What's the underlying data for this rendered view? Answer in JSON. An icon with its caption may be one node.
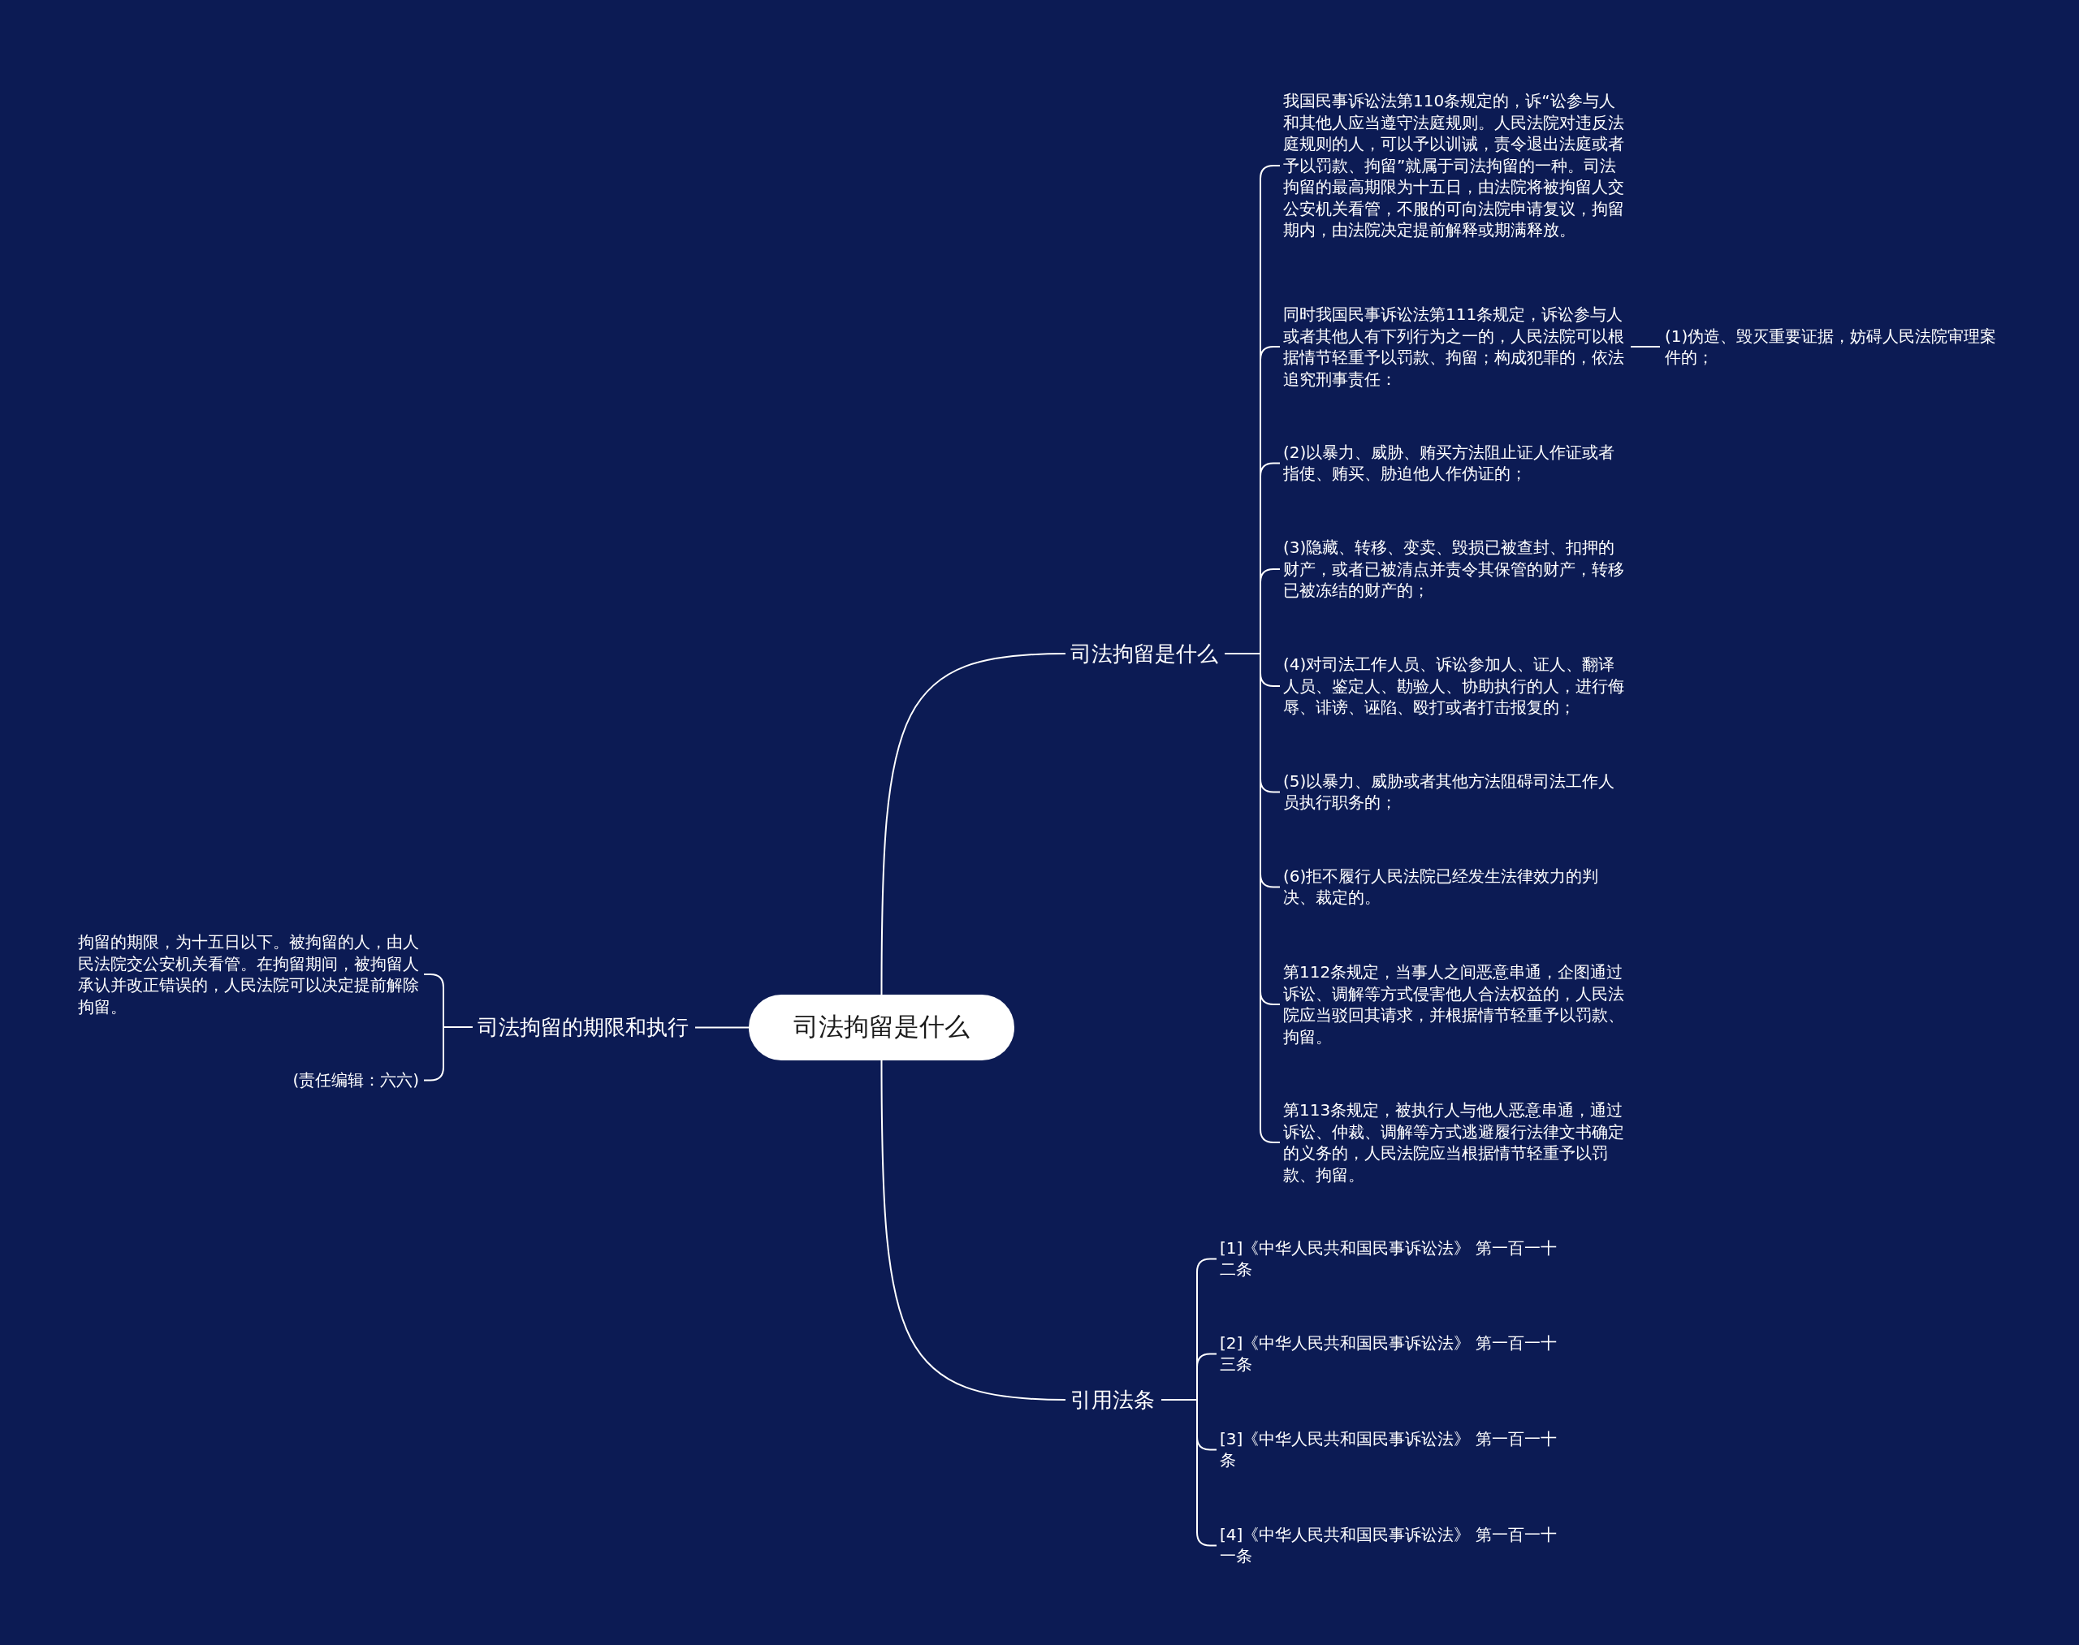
{
  "diagram": {
    "nodes": [
      {
        "text": [
          "司法拘留是什么"
        ]
      },
      {
        "text": [
          "司法拘留是什么"
        ]
      },
      {
        "text": [
          "我国民事诉讼法第110条规定的，诉“讼参与人和其他人应当遵守法庭规则。人民法院对违反法庭规则的人，可以予以训诫，责令退出法庭或者予以罚款、拘留”就属于司法拘留的一种。司法拘留的最高期限为十五日，由法院将被拘留人交公安机关看管，不服的可向法院申请复议，拘留期内，由法院决定提前解释或期满释放。"
        ]
      },
      {
        "text": [
          "同时我国民事诉讼法第111条规定，诉讼参与人或者其他人有下列行为之一的，人民法院可以根据情节轻重予以罚款、拘留；构成犯罪的，依法追究刑事责任："
        ]
      },
      {
        "text": [
          "(1)伪造、毁灭重要证据，妨碍人民法院审理案件的；"
        ]
      },
      {
        "text": [
          "(2)以暴力、威胁、贿买方法阻止证人作证或者指使、贿买、胁迫他人作伪证的；"
        ]
      },
      {
        "text": [
          "(3)隐藏、转移、变卖、毁损已被查封、扣押的财产，或者已被清点并责令其保管的财产，转移已被冻结的财产的；"
        ]
      },
      {
        "text": [
          "(4)对司法工作人员、诉讼参加人、证人、翻译人员、鉴定人、勘验人、协助执行的人，进行侮辱、诽谤、诬陷、殴打或者打击报复的；"
        ]
      },
      {
        "text": [
          "(5)以暴力、威胁或者其他方法阻碍司法工作人员执行职务的；"
        ]
      },
      {
        "text": [
          "(6)拒不履行人民法院已经发生法律效力的判决、裁定的。"
        ]
      },
      {
        "text": [
          "第112条规定，当事人之间恶意串通，企图通过诉讼、调解等方式侵害他人合法权益的，人民法院应当驳回其请求，并根据情节轻重予以罚款、拘留。"
        ]
      },
      {
        "text": [
          "第113条规定，被执行人与他人恶意串通，通过诉讼、仲裁、调解等方式逃避履行法律文书确定的义务的，人民法院应当根据情节轻重予以罚款、拘留。"
        ]
      },
      {
        "text": [
          "引用法条"
        ]
      },
      {
        "text": [
          "[1]《中华人民共和国民事诉讼法》 第一百一十二条"
        ]
      },
      {
        "text": [
          "[2]《中华人民共和国民事诉讼法》 第一百一十三条"
        ]
      },
      {
        "text": [
          "[3]《中华人民共和国民事诉讼法》 第一百一十条"
        ]
      },
      {
        "text": [
          "[4]《中华人民共和国民事诉讼法》 第一百一十一条"
        ]
      },
      {
        "text": [
          "司法拘留的期限和执行"
        ]
      },
      {
        "text": [
          "拘留的期限，为十五日以下。被拘留的人，由人民法院交公安机关看管。在拘留期间，被拘留人承认并改正错误的，人民法院可以决定提前解除拘留。"
        ]
      },
      {
        "text": [
          "(责任编辑：六六)"
        ]
      }
    ],
    "edges": [
      {
        "from": 0,
        "to": 1,
        "arrow": "none"
      },
      {
        "from": 1,
        "to": 2,
        "arrow": "none"
      },
      {
        "from": 1,
        "to": 3,
        "arrow": "none"
      },
      {
        "from": 3,
        "to": 4,
        "arrow": "none"
      },
      {
        "from": 1,
        "to": 5,
        "arrow": "none"
      },
      {
        "from": 1,
        "to": 6,
        "arrow": "none"
      },
      {
        "from": 1,
        "to": 7,
        "arrow": "none"
      },
      {
        "from": 1,
        "to": 8,
        "arrow": "none"
      },
      {
        "from": 1,
        "to": 9,
        "arrow": "none"
      },
      {
        "from": 1,
        "to": 10,
        "arrow": "none"
      },
      {
        "from": 1,
        "to": 11,
        "arrow": "none"
      },
      {
        "from": 0,
        "to": 12,
        "arrow": "none"
      },
      {
        "from": 12,
        "to": 13,
        "arrow": "none"
      },
      {
        "from": 12,
        "to": 14,
        "arrow": "none"
      },
      {
        "from": 12,
        "to": 15,
        "arrow": "none"
      },
      {
        "from": 12,
        "to": 16,
        "arrow": "none"
      },
      {
        "from": 0,
        "to": 17,
        "arrow": "none"
      },
      {
        "from": 17,
        "to": 18,
        "arrow": "none"
      },
      {
        "from": 17,
        "to": 19,
        "arrow": "none"
      }
    ]
  }
}
